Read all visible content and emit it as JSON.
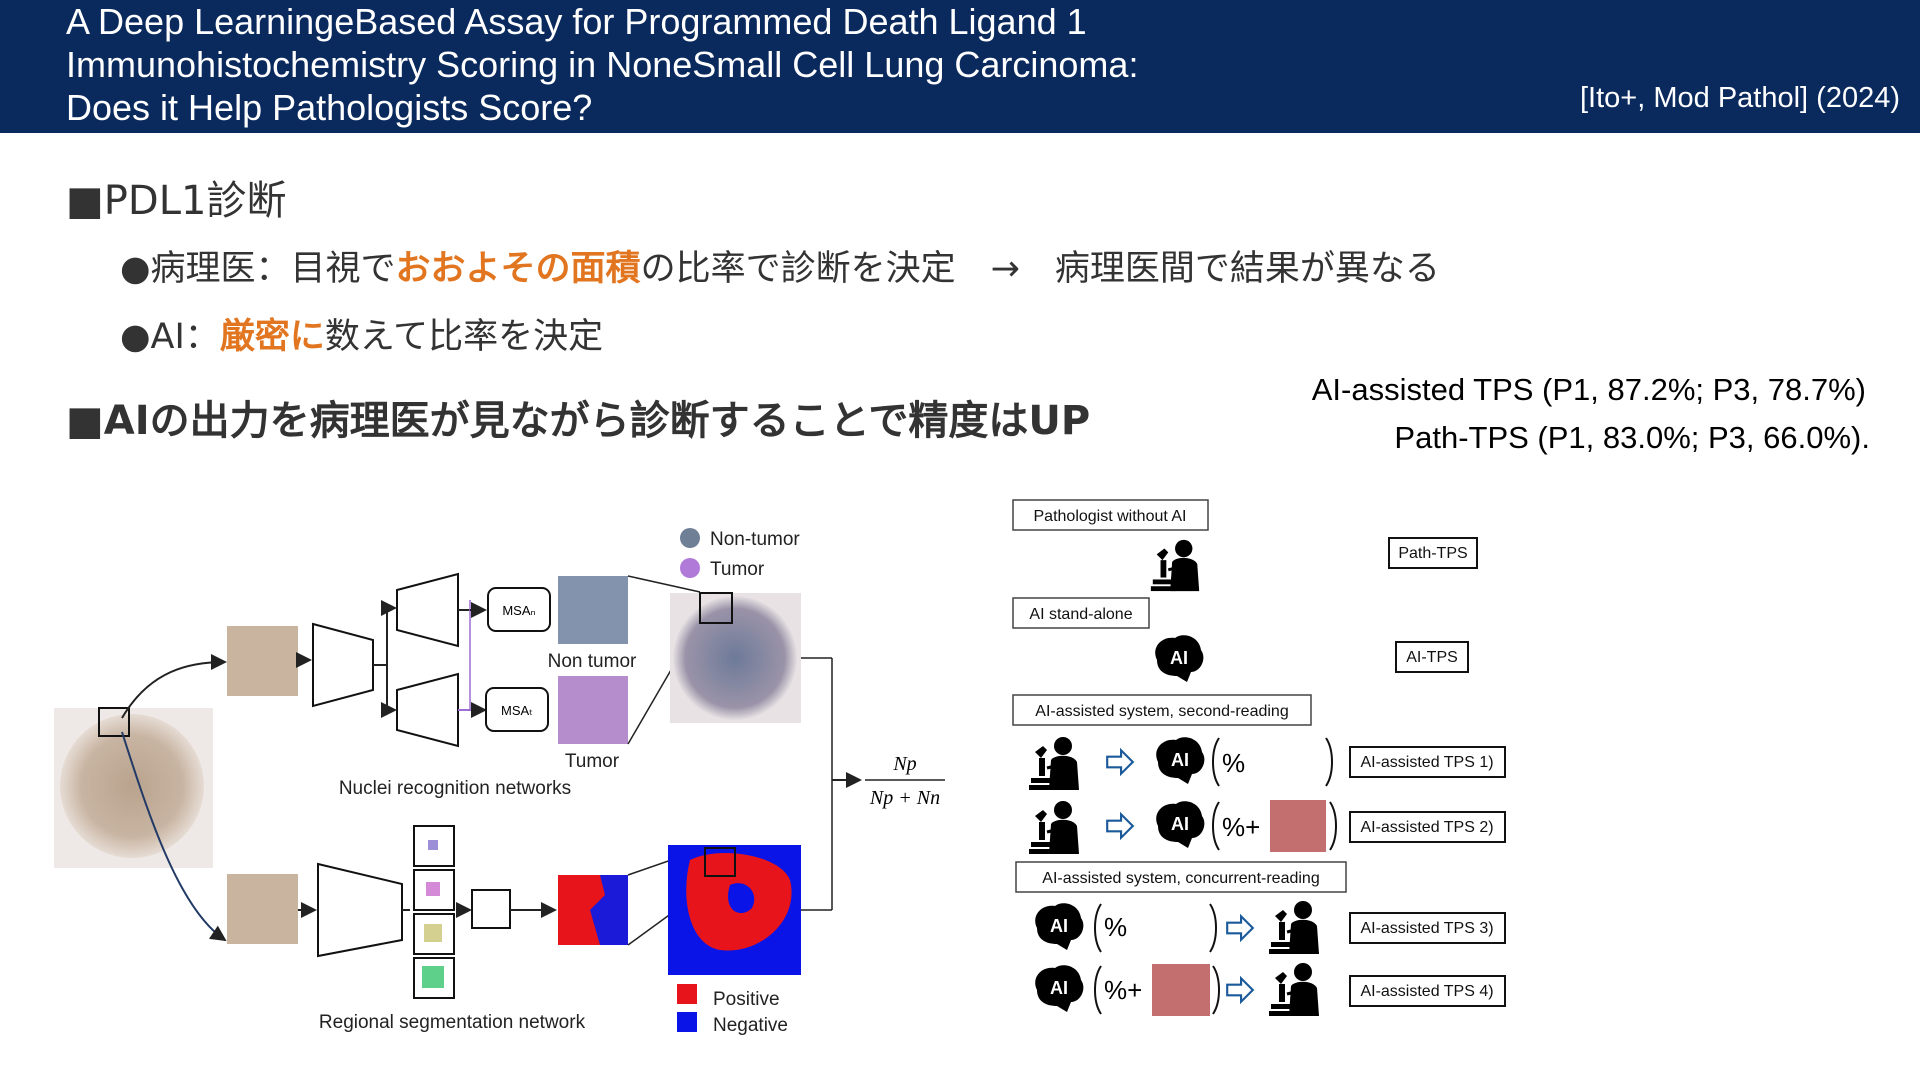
{
  "header": {
    "title_lines": [
      "A Deep LearningeBased Assay for Programmed Death Ligand 1",
      "Immunohistochemistry Scoring in NoneSmall Cell Lung Carcinoma:",
      "Does it Help Pathologists Score?"
    ],
    "citation": "[Ito+, Mod Pathol] (2024)"
  },
  "section1": {
    "heading": "■PDL1診断",
    "bullet1": {
      "prefix": "●病理医：目視で",
      "emph": "おおよその面積",
      "suffix": "の比率で診断を決定　→　病理医間で結果が異なる"
    },
    "bullet2": {
      "prefix": "●AI：",
      "emph": "厳密に",
      "suffix": "数えて比率を決定"
    }
  },
  "section2": {
    "heading": "■AIの出力を病理医が見ながら診断することで精度はUP"
  },
  "stats": {
    "line1": "AI-assisted TPS (P1, 87.2%; P3, 78.7%)",
    "line2": "Path-TPS (P1, 83.0%; P3, 66.0%)."
  },
  "diagram_left": {
    "legend_top": [
      "Non-tumor",
      "Tumor"
    ],
    "legend_bottom": [
      "Positive",
      "Negative"
    ],
    "msa_labels": [
      "MSAₙ",
      "MSAₜ"
    ],
    "patch_labels": [
      "Non tumor",
      "Tumor"
    ],
    "nuclei_caption": "Nuclei recognition networks",
    "segmentation_caption": "Regional segmentation network",
    "formula_num": "Np",
    "formula_den": "Np + Nn",
    "colors": {
      "non_tumor": "#6e7f96",
      "tumor": "#b07ad8",
      "positive": "#e8141b",
      "negative": "#0a14e6"
    }
  },
  "diagram_right": {
    "group_labels": [
      "Pathologist without AI",
      "AI stand-alone",
      "AI-assisted system, second-reading",
      "AI-assisted system, concurrent-reading"
    ],
    "outputs": [
      "Path-TPS",
      "AI-TPS",
      "AI-assisted TPS 1)",
      "AI-assisted TPS 2)",
      "AI-assisted TPS 3)",
      "AI-assisted TPS 4)"
    ],
    "percent_symbol": "%",
    "percent_plus": "%+",
    "ai_label": "AI",
    "icons": [
      "pathologist-microscope-icon",
      "ai-brain-icon",
      "arrow-right-icon"
    ]
  }
}
